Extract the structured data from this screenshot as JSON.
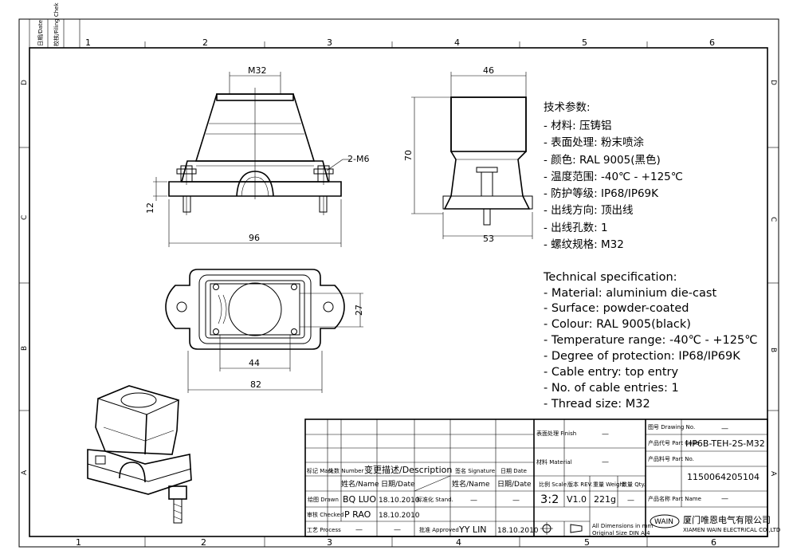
{
  "frame": {
    "columns": [
      "1",
      "2",
      "3",
      "4",
      "5",
      "6"
    ],
    "rows": [
      "D",
      "C",
      "B",
      "A"
    ],
    "corner_labels": [
      "日期/Date",
      "校核/Filing Chek"
    ]
  },
  "dims": {
    "m32": "M32",
    "w96": "96",
    "h12": "12",
    "m6": "2-M6",
    "w46": "46",
    "h70": "70",
    "w53": "53",
    "h27": "27",
    "w44": "44",
    "w82": "82"
  },
  "spec_zh": {
    "title": "技术参数:",
    "lines": [
      "- 材料: 压铸铝",
      "- 表面处理: 粉末喷涂",
      "- 颜色: RAL 9005(黑色)",
      "- 温度范围: -40℃ - +125℃",
      "- 防护等级: IP68/IP69K",
      "- 出线方向: 顶出线",
      "- 出线孔数: 1",
      "- 螺纹规格: M32"
    ]
  },
  "spec_en": {
    "title": "Technical specification:",
    "lines": [
      "- Material: aluminium die-cast",
      "- Surface: powder-coated",
      "- Colour: RAL 9005(black)",
      "- Temperature range: -40℃ - +125℃",
      "- Degree of protection: IP68/IP69K",
      "- Cable entry: top entry",
      "- No. of cable entries: 1",
      "- Thread size: M32"
    ]
  },
  "title_block": {
    "mark": "标记 Mark",
    "number": "处数 Number",
    "description": "变更描述/Description",
    "signature": "签名 Signature",
    "date_h": "日期 Date",
    "name_date_1": "姓名/Name",
    "date_col": "日期/Date",
    "name_date_2": "姓名/Name",
    "date_col_2": "日期/Date",
    "drawn_label": "绘图 Drawn",
    "drawn_name": "BQ LUO",
    "drawn_date": "18.10.2010",
    "stand_label": "标准化 Stand.",
    "stand_val": "—",
    "stand_val2": "—",
    "checked_label": "审核 Checked",
    "checked_name": "P RAO",
    "checked_date": "18.10.2010",
    "process_label": "工艺 Process",
    "process_val1": "—",
    "process_val2": "—",
    "approved_label": "批准 Approved",
    "approved_name": "YY LIN",
    "approved_date": "18.10.2010",
    "finish_label": "表面处理 Finish",
    "finish_val": "—",
    "material_label": "材料 Material",
    "material_val": "—",
    "scale_label": "比例 Scale",
    "scale_val": "3:2",
    "rev_label": "版本 REV.",
    "rev_val": "V1.0",
    "weight_label": "重量 Weight",
    "weight_val": "221g",
    "qty_label": "数量 Qty.",
    "qty_val": "—",
    "dims_note": "All Dimensions in mm",
    "size_note": "Original Size DIN A 4",
    "drawing_no_label": "图号 Drawing No.",
    "drawing_no_val": "—",
    "part_code_label": "产品代号 Part Code",
    "part_code_val": "HP6B-TEH-2S-M32",
    "part_no_label": "产品料号 Part No.",
    "part_no_val": "1150064205104",
    "part_name_label": "产品名称 Part Name",
    "part_name_val": "—",
    "logo": "WAIN",
    "company_zh": "厦门唯恩电气有限公司",
    "company_en": "XIAMEN WAIN ELECTRICAL CO.,LTD"
  }
}
